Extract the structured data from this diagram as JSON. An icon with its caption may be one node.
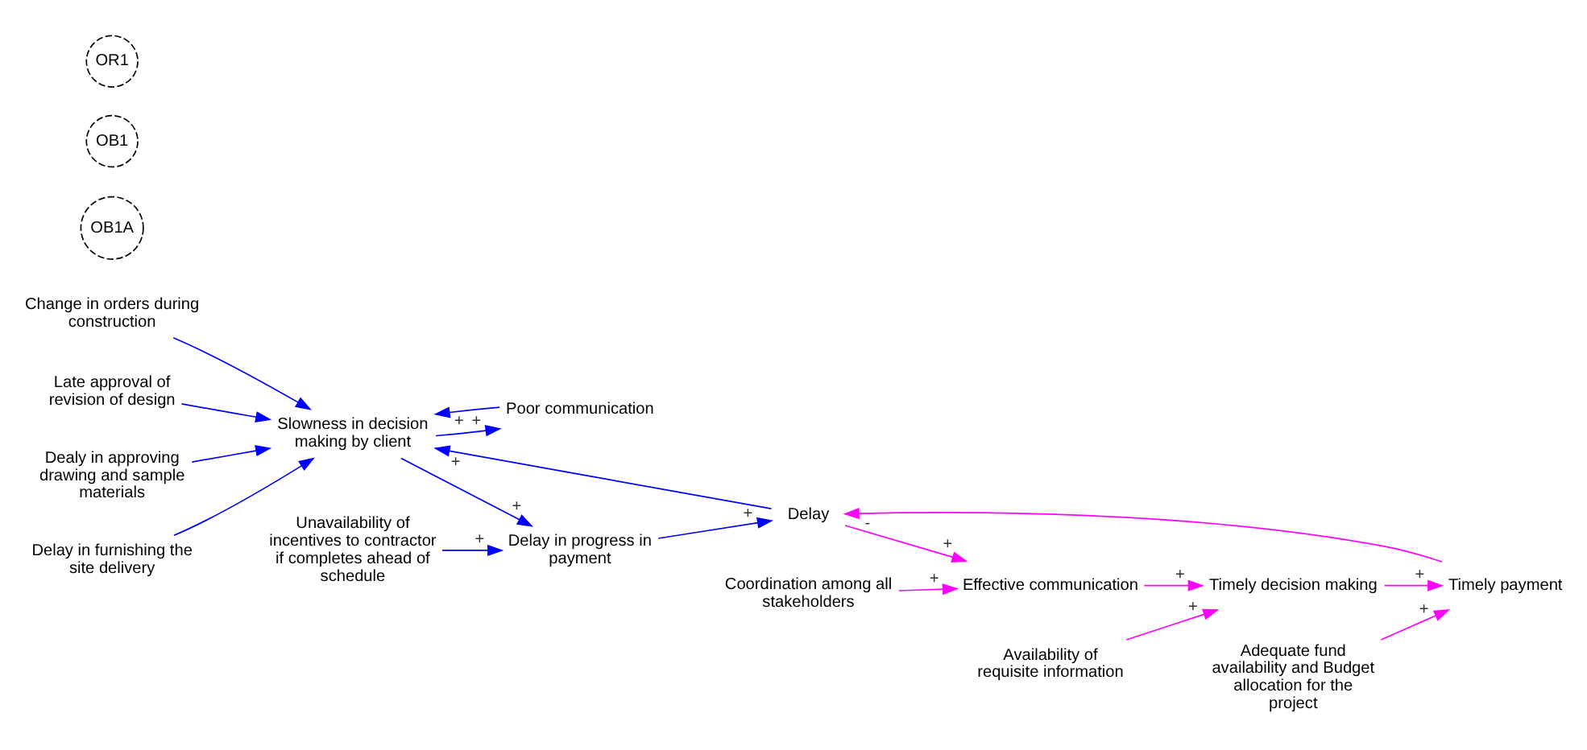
{
  "diagram": {
    "nodes": [
      {
        "text": [
          "Change in orders during construction"
        ]
      },
      {
        "text": [
          "Late approval of revision of design"
        ]
      },
      {
        "text": [
          "Unavailability of incentives to contractor if completes ahead of schedule"
        ]
      },
      {
        "text": [
          "Adequate fund availability and Budget allocation for the project"
        ]
      },
      {
        "text": [
          "Delay in progress in payment"
        ]
      },
      {
        "text": [
          "Timely payment"
        ]
      },
      {
        "text": [
          "Poor communication"
        ]
      },
      {
        "text": [
          "Slowness in decision making by client"
        ]
      },
      {
        "text": [
          "Delay"
        ]
      },
      {
        "text": [
          "Timely decision making"
        ]
      },
      {
        "text": [
          "Effective communication"
        ]
      },
      {
        "text": [
          "Dealy in approving drawing and sample materials"
        ]
      },
      {
        "text": [
          "Delay in furnishing the site delivery"
        ]
      },
      {
        "text": [
          "Availability of requisite information"
        ]
      },
      {
        "text": [
          "Coordination among all stakeholders"
        ]
      }
    ],
    "edges": [
      {
        "from": 0,
        "to": 7,
        "arrow": "to"
      },
      {
        "from": 1,
        "to": 7,
        "arrow": "to"
      },
      {
        "from": 6,
        "to": 7,
        "arrow": "to",
        "label": "+"
      },
      {
        "from": 11,
        "to": 7,
        "arrow": "to"
      },
      {
        "from": 12,
        "to": 7,
        "arrow": "to"
      },
      {
        "from": 8,
        "to": 7,
        "arrow": "to",
        "label": "+"
      },
      {
        "from": 7,
        "to": 6,
        "arrow": "to",
        "label": "+"
      },
      {
        "from": 7,
        "to": 4,
        "arrow": "to",
        "label": "+"
      },
      {
        "from": 2,
        "to": 4,
        "arrow": "to",
        "label": "+"
      },
      {
        "from": 4,
        "to": 8,
        "arrow": "to",
        "label": "+"
      },
      {
        "from": 5,
        "to": 8,
        "arrow": "to",
        "label": "-",
        "color": "#ff00ff"
      },
      {
        "from": 3,
        "to": 5,
        "arrow": "to",
        "label": "+",
        "color": "#ff00ff"
      },
      {
        "from": 9,
        "to": 5,
        "arrow": "to",
        "label": "+",
        "color": "#ff00ff"
      },
      {
        "from": 8,
        "to": 10,
        "arrow": "to",
        "label": "+",
        "color": "#ff00ff"
      },
      {
        "from": 14,
        "to": 10,
        "arrow": "to",
        "label": "+",
        "color": "#ff00ff"
      },
      {
        "from": 10,
        "to": 9,
        "arrow": "to",
        "label": "+",
        "color": "#ff00ff"
      },
      {
        "from": 13,
        "to": 9,
        "arrow": "to",
        "label": "+",
        "color": "#ff00ff"
      }
    ],
    "labels": [
      "OB1A",
      "OB1",
      "OR1"
    ]
  }
}
